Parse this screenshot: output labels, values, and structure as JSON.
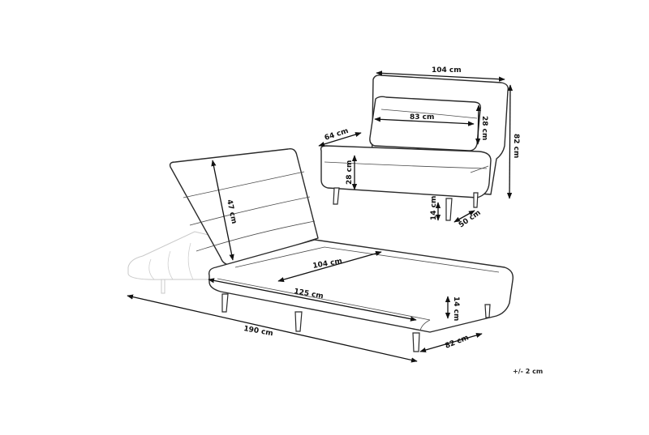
{
  "diagram": {
    "subject": "Fold-out chair bed dimension drawing",
    "tolerance": "+/- 2 cm",
    "chair_view": {
      "width_label": "104 cm",
      "pillow_width_label": "83 cm",
      "pillow_height_label": "28 cm",
      "depth_label": "64 cm",
      "total_height_label": "82 cm",
      "seat_height_label": "28 cm",
      "leg_height_label": "14 cm",
      "seat_depth_label": "50 cm"
    },
    "bed_view": {
      "backrest_height_label": "47 cm",
      "sleeping_width_label": "104 cm",
      "mattress_length_label": "125 cm",
      "total_length_label": "190 cm",
      "mattress_thickness_label": "14 cm",
      "total_width_label": "82 cm"
    }
  }
}
